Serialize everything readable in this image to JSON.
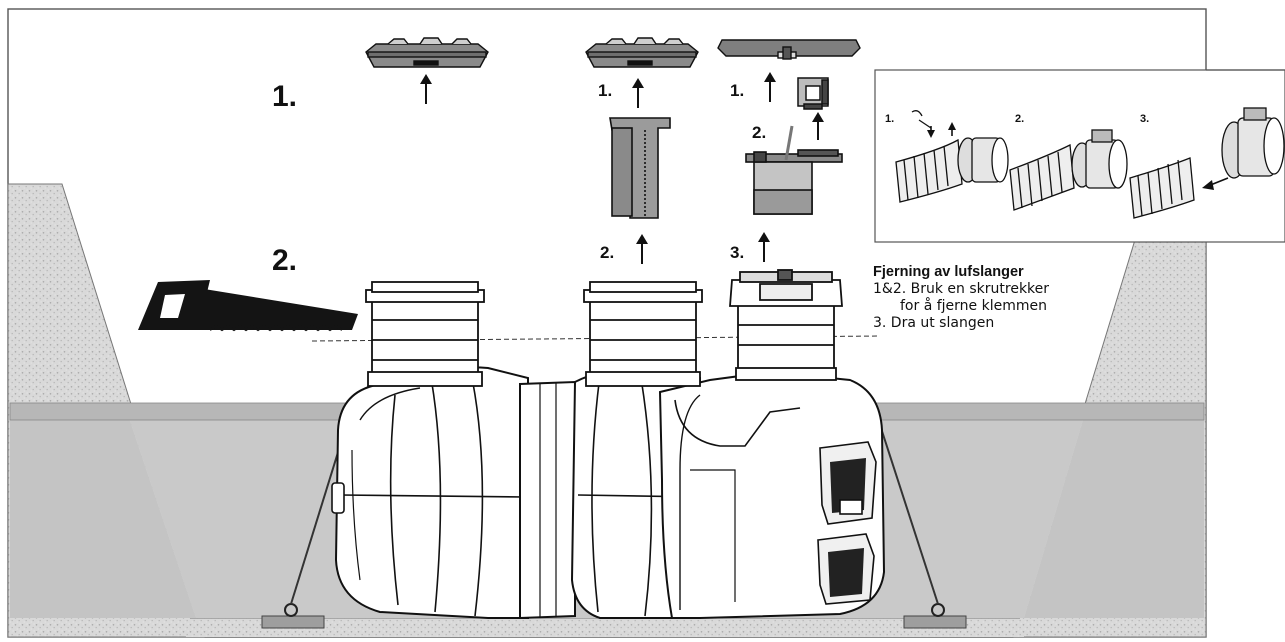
{
  "steps": {
    "main_1": "1.",
    "main_2": "2.",
    "sub_1a": "1.",
    "sub_1b": "1.",
    "sub_2a": "2.",
    "sub_2b": "2.",
    "sub_3": "3."
  },
  "inset": {
    "step_1": "1.",
    "step_2": "2.",
    "step_3": "3."
  },
  "instructions": {
    "title": "Fjerning av lufslanger",
    "line_1": "1&2. Bruk en skrutrekker",
    "line_2": "for å fjerne klemmen",
    "line_3": "3. Dra ut slangen"
  },
  "colors": {
    "gravel": "#d6d6d6",
    "backfill": "#c4c4c4",
    "tank": "#ffffff",
    "outline": "#111111",
    "saw": "#141414",
    "frame": "#555555"
  },
  "icons": [
    "saw-icon",
    "arrow-up-icon",
    "arrow-down-icon",
    "arrow-left-icon"
  ]
}
